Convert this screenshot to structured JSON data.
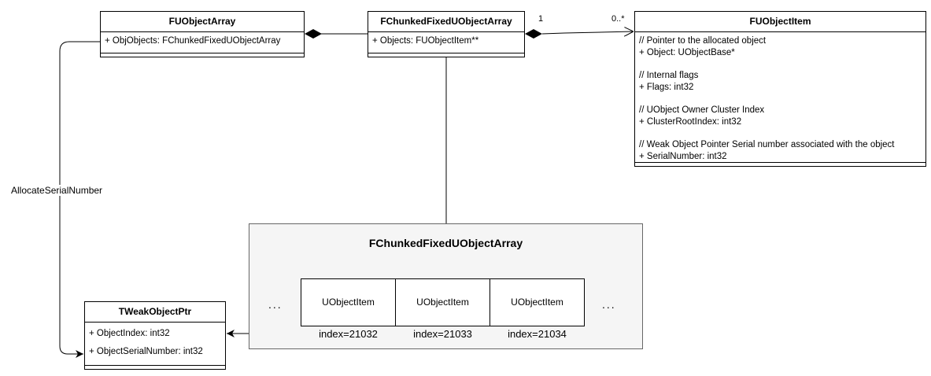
{
  "boxes": {
    "fuobjectarray": {
      "title": "FUObjectArray",
      "fields": [
        "+ ObjObjects: FChunkedFixedUObjectArray"
      ]
    },
    "fchunked": {
      "title": "FChunkedFixedUObjectArray",
      "fields": [
        "+ Objects: FUObjectItem**"
      ]
    },
    "fuobjectitem": {
      "title": "FUObjectItem",
      "fields": [
        "// Pointer to the allocated object",
        "+ Object: UObjectBase*",
        "",
        "// Internal flags",
        "+ Flags: int32",
        "",
        "// UObject Owner Cluster Index",
        "+ ClusterRootIndex: int32",
        "",
        "// Weak Object Pointer Serial number associated with the object",
        "+ SerialNumber: int32"
      ]
    },
    "tweak": {
      "title": "TWeakObjectPtr",
      "fields": [
        "+ ObjectIndex: int32",
        "+ ObjectSerialNumber: int32"
      ]
    }
  },
  "edges": {
    "allocate_label": "AllocateSerialNumber",
    "mult_source": "1",
    "mult_target": "0..*"
  },
  "panel": {
    "title": "FChunkedFixedUObjectArray",
    "ellipsis_left": "...",
    "ellipsis_right": "...",
    "cells": [
      {
        "label": "UObjectItem",
        "index": "index=21032"
      },
      {
        "label": "UObjectItem",
        "index": "index=21033"
      },
      {
        "label": "UObjectItem",
        "index": "index=21034"
      }
    ]
  },
  "colors": {
    "line": "#000000",
    "panel_fill": "#f5f5f5",
    "panel_border": "#666666"
  }
}
